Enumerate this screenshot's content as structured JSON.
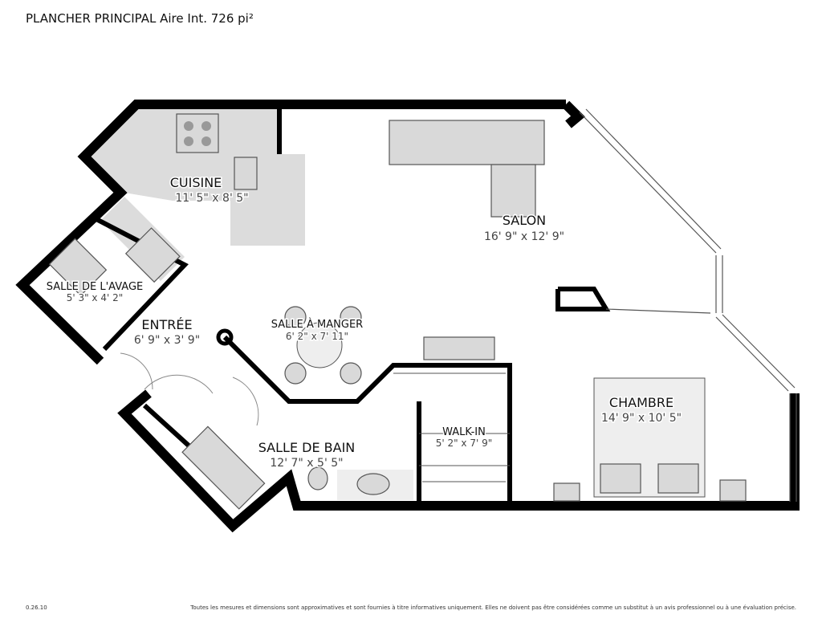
{
  "header": {
    "title": "PLANCHER PRINCIPAL Aire Int. 726 pi²"
  },
  "footer": {
    "version": "0.26.10",
    "disclaimer": "Toutes les mesures et dimensions sont approximatives et sont fournies à titre informatives uniquement. Elles ne doivent pas être considérées comme un substitut à un avis professionnel ou à une évaluation précise."
  },
  "rooms": {
    "cuisine": {
      "name": "CUISINE",
      "dims": "11' 5\" x 8' 5\""
    },
    "salon": {
      "name": "SALON",
      "dims": "16' 9\" x 12' 9\""
    },
    "salle_lavage": {
      "name": "SALLE DE L'AVAGE",
      "dims": "5' 3\" x 4' 2\""
    },
    "entree": {
      "name": "ENTRÉE",
      "dims": "6' 9\" x 3' 9\""
    },
    "salle_manger": {
      "name": "SALLE À MANGER",
      "dims": "6' 2\" x 7' 11\""
    },
    "salle_bain": {
      "name": "SALLE DE BAIN",
      "dims": "12' 7\" x 5' 5\""
    },
    "walk_in": {
      "name": "WALK-IN",
      "dims": "5' 2\" x 7' 9\""
    },
    "chambre": {
      "name": "CHAMBRE",
      "dims": "14' 9\" x 10' 5\""
    }
  }
}
